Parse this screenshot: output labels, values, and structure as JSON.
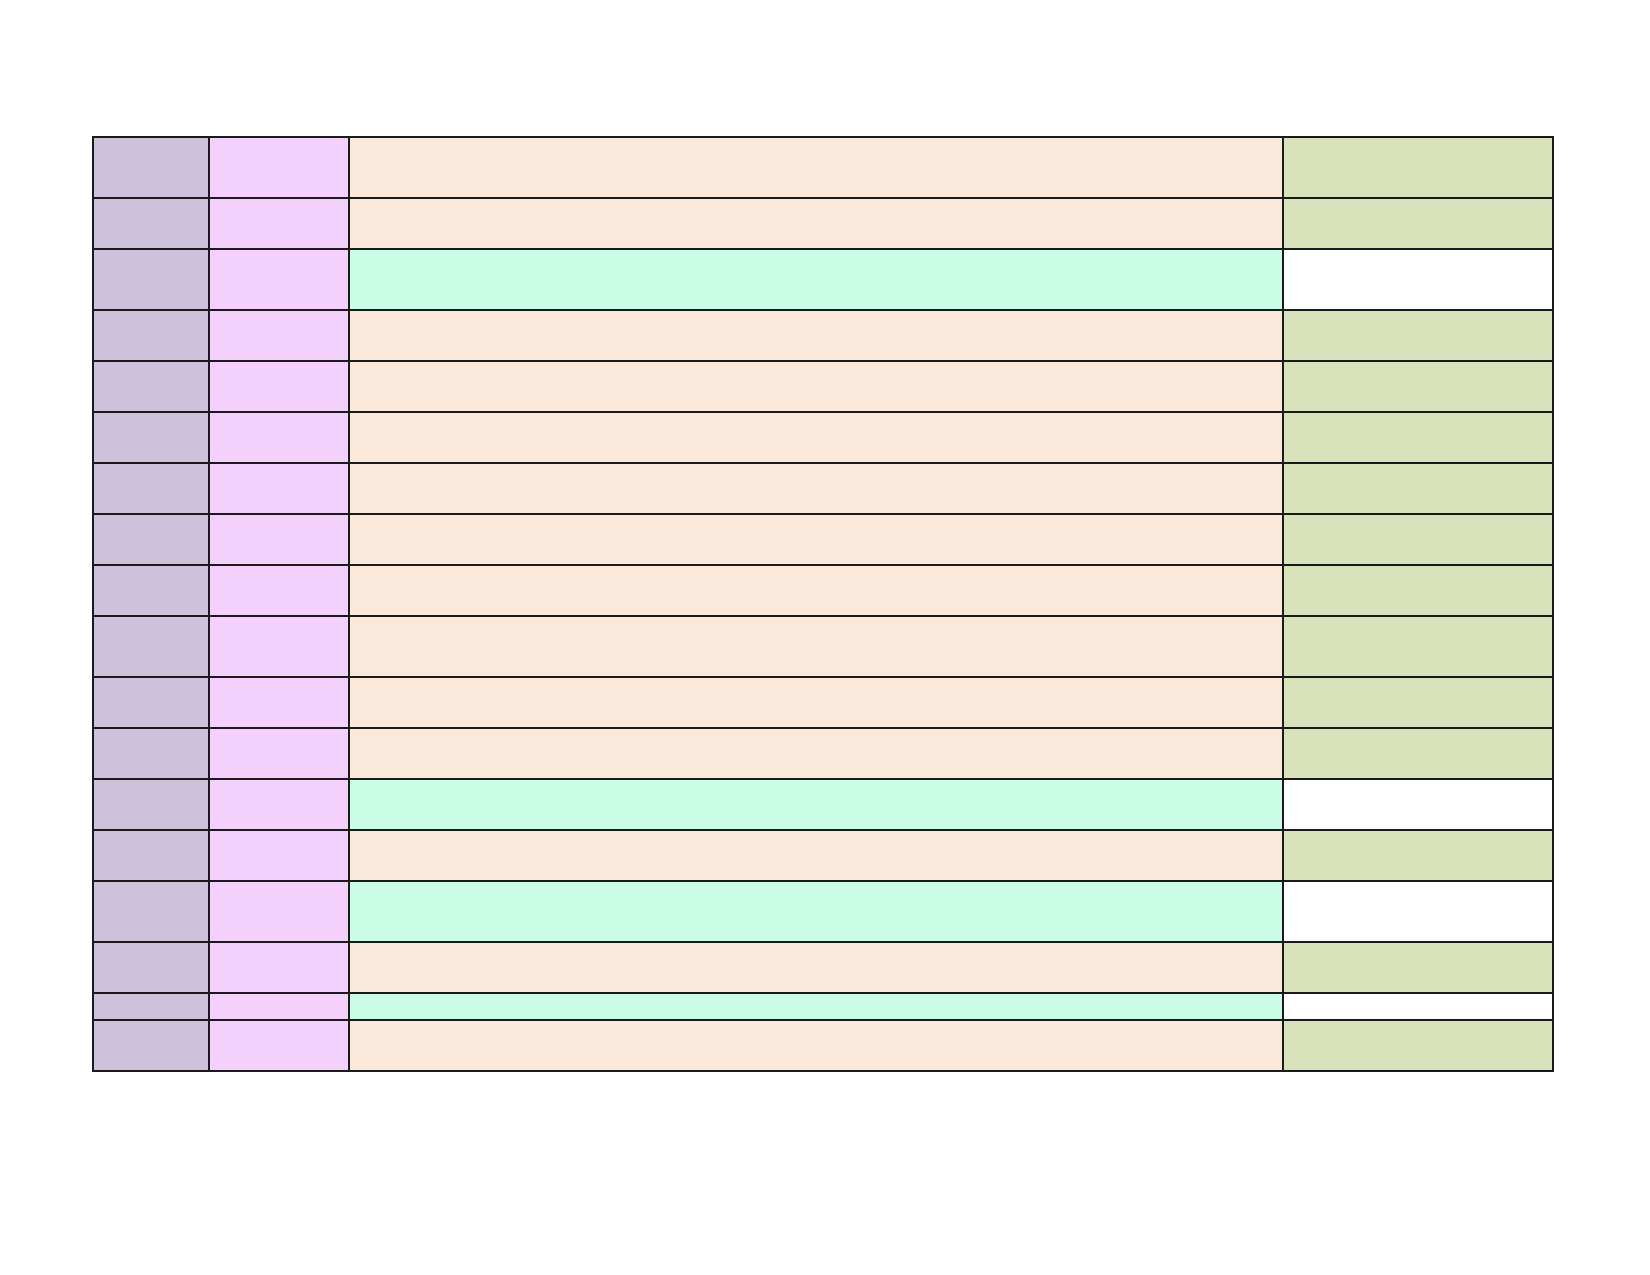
{
  "colors": {
    "col1": "#cec1dc",
    "col2": "#f4d0fc",
    "col3_default": "#fbe9dc",
    "col3_alt": "#c9fde6",
    "col4_default": "#d8e3bb",
    "col4_alt": "#ffffff",
    "border": "#1a1a1a"
  },
  "rows": [
    {
      "variant": "default",
      "size": "tall",
      "cells": [
        "",
        "",
        "",
        ""
      ]
    },
    {
      "variant": "default",
      "size": "normal",
      "cells": [
        "",
        "",
        "",
        ""
      ]
    },
    {
      "variant": "alt",
      "size": "tall",
      "cells": [
        "",
        "",
        "",
        ""
      ]
    },
    {
      "variant": "default",
      "size": "normal",
      "cells": [
        "",
        "",
        "",
        ""
      ]
    },
    {
      "variant": "default",
      "size": "normal",
      "cells": [
        "",
        "",
        "",
        ""
      ]
    },
    {
      "variant": "default",
      "size": "normal",
      "cells": [
        "",
        "",
        "",
        ""
      ]
    },
    {
      "variant": "default",
      "size": "normal",
      "cells": [
        "",
        "",
        "",
        ""
      ]
    },
    {
      "variant": "default",
      "size": "normal",
      "cells": [
        "",
        "",
        "",
        ""
      ]
    },
    {
      "variant": "default",
      "size": "normal",
      "cells": [
        "",
        "",
        "",
        ""
      ]
    },
    {
      "variant": "default",
      "size": "tall",
      "cells": [
        "",
        "",
        "",
        ""
      ]
    },
    {
      "variant": "default",
      "size": "normal",
      "cells": [
        "",
        "",
        "",
        ""
      ]
    },
    {
      "variant": "default",
      "size": "normal",
      "cells": [
        "",
        "",
        "",
        ""
      ]
    },
    {
      "variant": "alt",
      "size": "normal",
      "cells": [
        "",
        "",
        "",
        ""
      ]
    },
    {
      "variant": "default",
      "size": "normal",
      "cells": [
        "",
        "",
        "",
        ""
      ]
    },
    {
      "variant": "alt",
      "size": "tall",
      "cells": [
        "",
        "",
        "",
        ""
      ]
    },
    {
      "variant": "default",
      "size": "normal",
      "cells": [
        "",
        "",
        "",
        ""
      ]
    },
    {
      "variant": "alt",
      "size": "short",
      "cells": [
        "",
        "",
        "",
        ""
      ]
    },
    {
      "variant": "default",
      "size": "normal",
      "cells": [
        "",
        "",
        "",
        ""
      ]
    }
  ]
}
